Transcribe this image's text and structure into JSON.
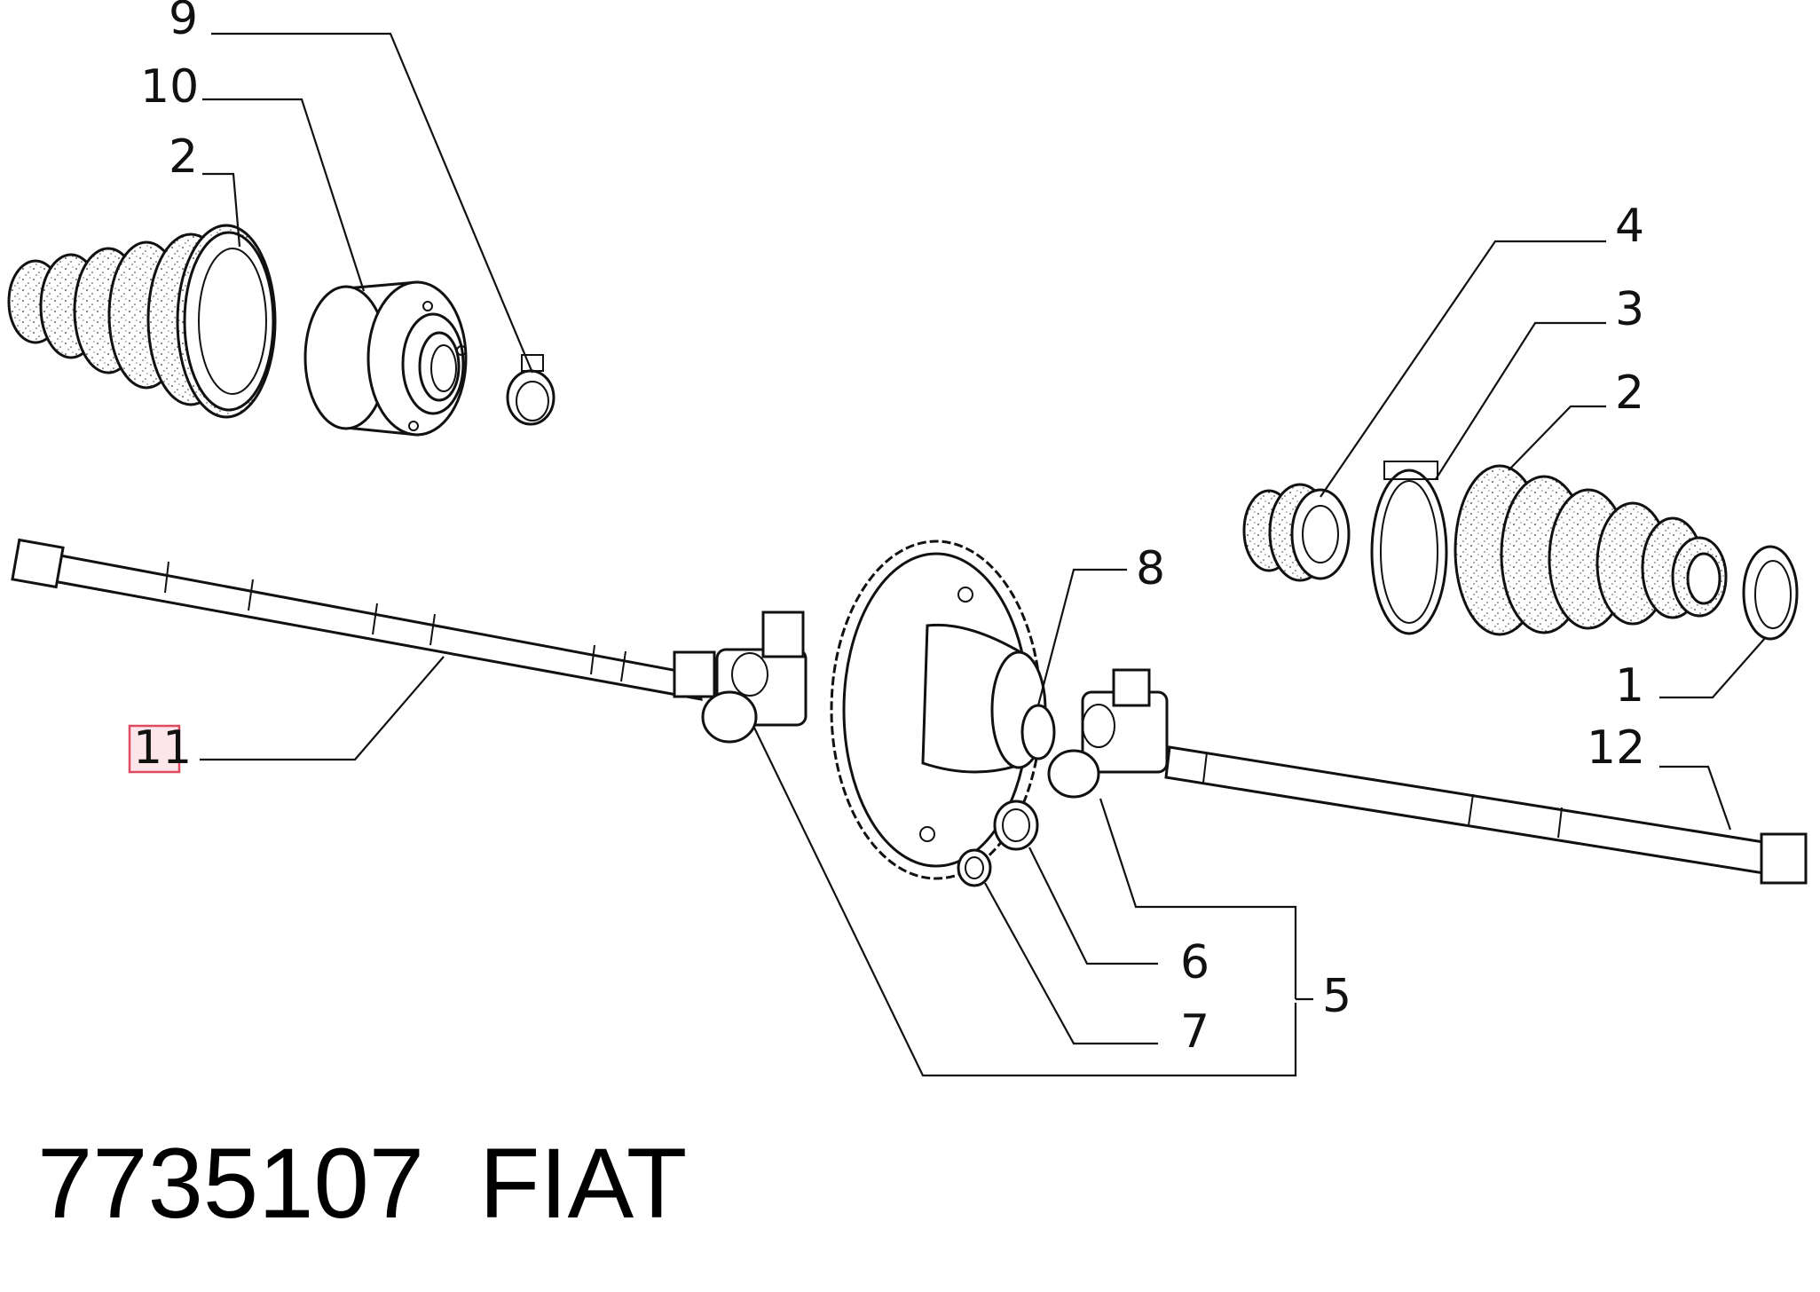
{
  "diagram": {
    "callouts": [
      {
        "id": "9",
        "label": "9"
      },
      {
        "id": "10",
        "label": "10"
      },
      {
        "id": "2a",
        "label": "2"
      },
      {
        "id": "4",
        "label": "4"
      },
      {
        "id": "3",
        "label": "3"
      },
      {
        "id": "2b",
        "label": "2"
      },
      {
        "id": "8",
        "label": "8"
      },
      {
        "id": "1",
        "label": "1"
      },
      {
        "id": "12",
        "label": "12"
      },
      {
        "id": "11",
        "label": "11",
        "highlighted": true
      },
      {
        "id": "6",
        "label": "6"
      },
      {
        "id": "5",
        "label": "5"
      },
      {
        "id": "7",
        "label": "7"
      }
    ],
    "highlight_color": "#e04a5e"
  },
  "footer": {
    "part_number": "7735107",
    "brand": "FIAT"
  }
}
